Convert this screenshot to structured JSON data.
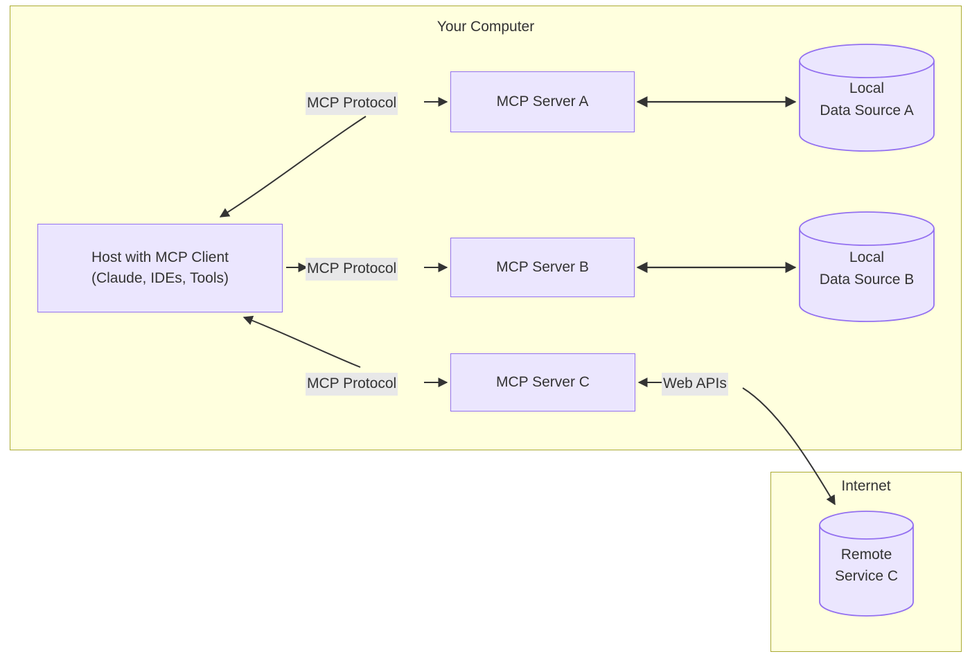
{
  "diagram": {
    "type": "flowchart",
    "colors": {
      "subgraph_fill": "#ffffde",
      "subgraph_stroke": "#aaaa33",
      "node_fill": "#ebe6fe",
      "node_stroke": "#9370f0",
      "edge_stroke": "#333333",
      "edge_label_bg": "#e8e8e8",
      "text": "#333333"
    },
    "subgraphs": [
      {
        "id": "your-computer",
        "title": "Your Computer"
      },
      {
        "id": "internet",
        "title": "Internet"
      }
    ],
    "nodes": [
      {
        "id": "host",
        "shape": "rect",
        "lines": [
          "Host with MCP Client",
          "(Claude, IDEs, Tools)"
        ]
      },
      {
        "id": "server-a",
        "shape": "rect",
        "lines": [
          "MCP Server A"
        ]
      },
      {
        "id": "server-b",
        "shape": "rect",
        "lines": [
          "MCP Server B"
        ]
      },
      {
        "id": "server-c",
        "shape": "rect",
        "lines": [
          "MCP Server C"
        ]
      },
      {
        "id": "source-a",
        "shape": "cylinder",
        "lines": [
          "Local",
          "Data Source A"
        ]
      },
      {
        "id": "source-b",
        "shape": "cylinder",
        "lines": [
          "Local",
          "Data Source B"
        ]
      },
      {
        "id": "remote-c",
        "shape": "cylinder",
        "lines": [
          "Remote",
          "Service C"
        ]
      }
    ],
    "edges": [
      {
        "id": "host-server-a",
        "from": "host",
        "to": "server-a",
        "label": "MCP Protocol",
        "arrow": "both"
      },
      {
        "id": "host-server-b",
        "from": "host",
        "to": "server-b",
        "label": "MCP Protocol",
        "arrow": "both"
      },
      {
        "id": "host-server-c",
        "from": "host",
        "to": "server-c",
        "label": "MCP Protocol",
        "arrow": "both"
      },
      {
        "id": "server-a-source-a",
        "from": "server-a",
        "to": "source-a",
        "label": "",
        "arrow": "both"
      },
      {
        "id": "server-b-source-b",
        "from": "server-b",
        "to": "source-b",
        "label": "",
        "arrow": "both"
      },
      {
        "id": "server-c-remote-c",
        "from": "server-c",
        "to": "remote-c",
        "label": "Web APIs",
        "arrow": "both"
      }
    ]
  }
}
